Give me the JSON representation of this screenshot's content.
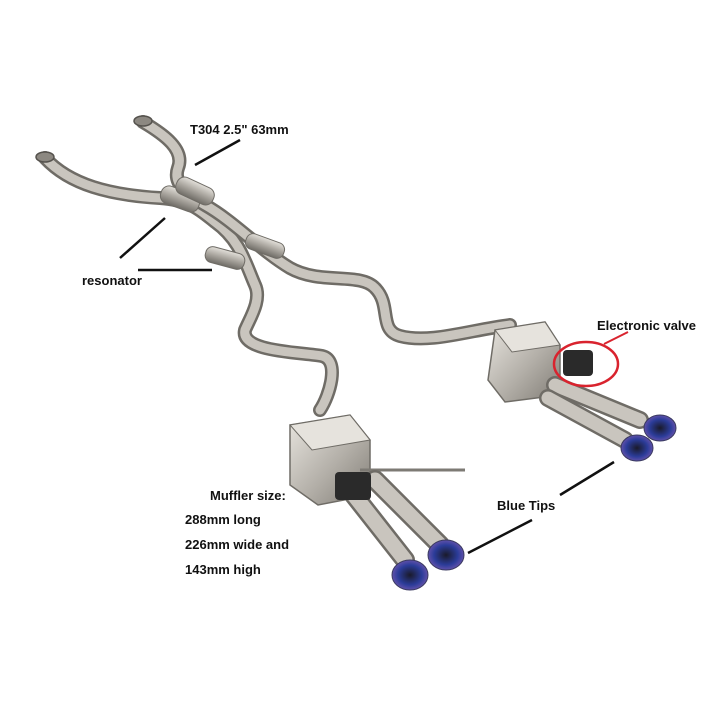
{
  "annotations": {
    "pipe_spec": "T304 2.5\" 63mm",
    "resonator": "resonator",
    "electronic_valve": "Electronic valve",
    "blue_tips": "Blue Tips",
    "muffler_size": {
      "title": "Muffler size:",
      "length": "288mm long",
      "width": "226mm wide and",
      "height": "143mm high"
    }
  },
  "colors": {
    "background": "#ffffff",
    "steel": "#b9b5ae",
    "steel_dark": "#7d7a74",
    "tip_blue": "#2c3f9a",
    "tip_gold": "#c9a24a",
    "valve_ring": "#d9232e",
    "leader_line": "#111111"
  }
}
